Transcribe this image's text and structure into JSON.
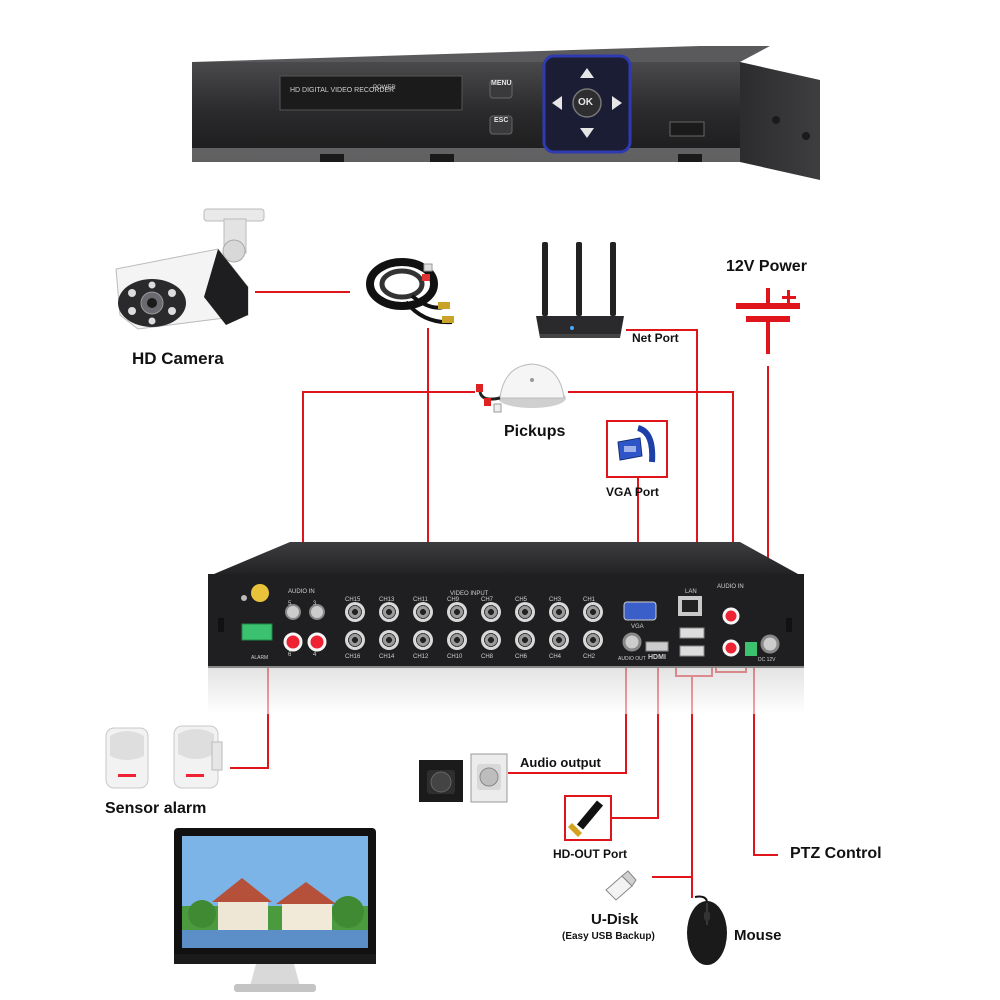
{
  "front_panel": {
    "display_text": "HD DIGITAL VIDEO RECORDER",
    "power_label": "POWER",
    "menu_key": "MENU",
    "esc_key": "ESC",
    "ok_key": "OK"
  },
  "labels": {
    "hd_camera": "HD Camera",
    "net_port": "Net Port",
    "power_12v": "12V Power",
    "pickups": "Pickups",
    "vga_port": "VGA Port",
    "sensor_alarm": "Sensor alarm",
    "audio_output": "Audio output",
    "hd_out_port": "HD-OUT Port",
    "ptz_control": "PTZ Control",
    "u_disk": "U-Disk",
    "u_disk_note": "(Easy USB Backup)",
    "mouse": "Mouse"
  },
  "rear_panel": {
    "audio_in_left": "AUDIO IN",
    "video_input": "VIDEO INPUT",
    "channels_top": [
      "CH15",
      "CH13",
      "CH11",
      "CH9",
      "CH7",
      "CH5",
      "CH3",
      "CH1"
    ],
    "channels_bottom": [
      "CH16",
      "CH14",
      "CH12",
      "CH10",
      "CH8",
      "CH6",
      "CH4",
      "CH2"
    ],
    "vga": "VGA",
    "lan": "LAN",
    "audio_in_right": "AUDIO IN",
    "audio_out": "AUDIO OUT",
    "hdmi": "HDMI",
    "alarm": "ALARM",
    "dc12v": "DC 12V",
    "audio_in_nums": [
      "5",
      "3",
      "6",
      "4"
    ]
  },
  "colors": {
    "wire": "#e0141b",
    "nvr_body": "#2b2b2d",
    "text": "#111111"
  }
}
